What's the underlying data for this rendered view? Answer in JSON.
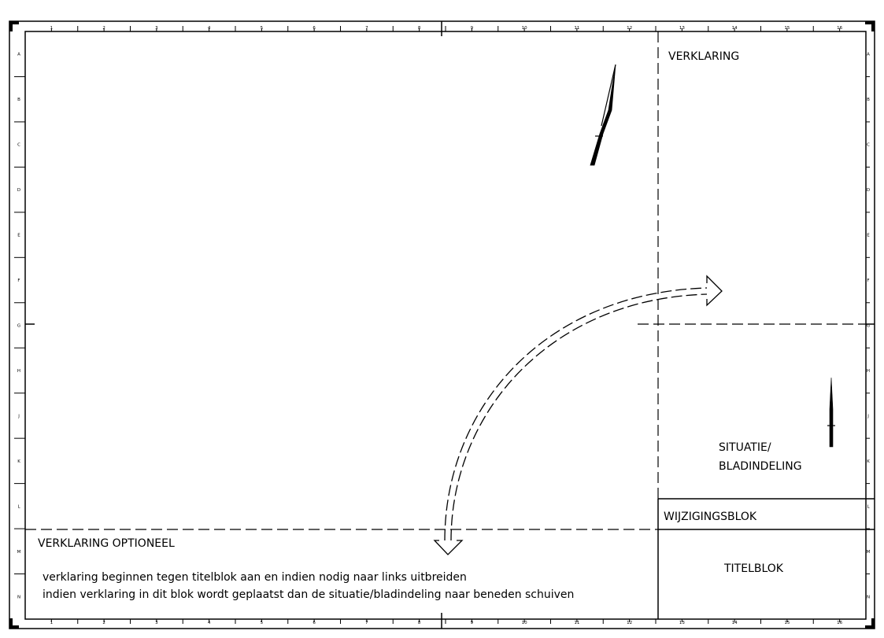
{
  "labels": {
    "verklaring": "VERKLARING",
    "situatie_line1": "SITUATIE/",
    "situatie_line2": "BLADINDELING",
    "wijzigingsblok": "WIJZIGINGSBLOK",
    "titelblok": "TITELBLOK",
    "verklaring_optioneel": "VERKLARING OPTIONEEL",
    "note_line1": "verklaring beginnen tegen titelblok aan en indien nodig naar links uitbreiden",
    "note_line2": "indien verklaring in dit blok wordt geplaatst dan de situatie/bladindeling naar beneden schuiven"
  },
  "grid": {
    "columns": [
      "1",
      "2",
      "3",
      "4",
      "5",
      "6",
      "7",
      "8",
      "9",
      "10",
      "11",
      "12",
      "13",
      "14",
      "15",
      "16"
    ],
    "rows": [
      "A",
      "B",
      "C",
      "D",
      "E",
      "F",
      "G",
      "H",
      "J",
      "K",
      "L",
      "M",
      "N"
    ]
  },
  "colors": {
    "line": "#000000",
    "background": "#ffffff"
  },
  "icons": [
    "north-arrow-icon",
    "north-arrow-small-icon",
    "curved-arrow-icon"
  ]
}
